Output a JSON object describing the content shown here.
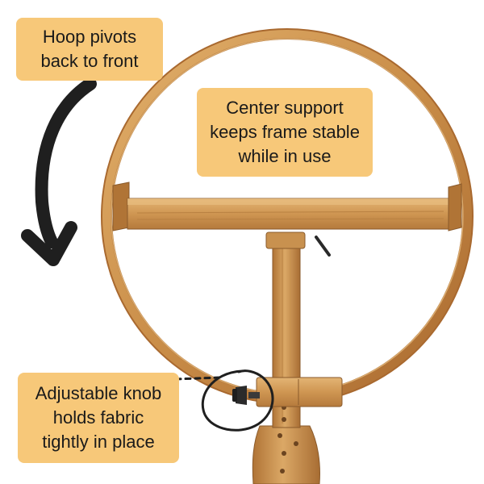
{
  "callouts": {
    "pivot": {
      "line1": "Hoop pivots",
      "line2": "back to front"
    },
    "support": {
      "line1": "Center support",
      "line2": "keeps frame stable",
      "line3": "while in use"
    },
    "knob": {
      "line1": "Adjustable knob",
      "line2": "holds fabric",
      "line3": "tightly in place"
    }
  },
  "colors": {
    "callout_background": "#f7c879",
    "callout_text": "#1a1a1a",
    "wood_light": "#d9a25e",
    "wood_mid": "#c58a45",
    "wood_dark": "#8a5a2b",
    "annotation_ink": "#1f1f1f",
    "background": "#ffffff"
  },
  "icons": {
    "pivot_arrow": "curved-arrow-down-icon",
    "knob_marker": "circle-highlight-icon"
  }
}
